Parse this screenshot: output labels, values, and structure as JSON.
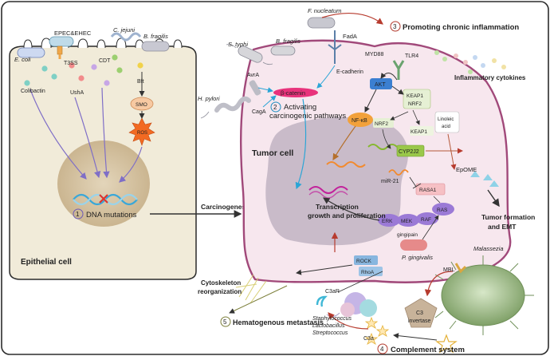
{
  "colors": {
    "frame": "#2b2b2b",
    "epithelial_fill": "#f1ebd9",
    "tumor_fill": "#f7e7ee",
    "tumor_border": "#a1497a",
    "nucleus_fill": "#c9bbc9",
    "epi_nucleus_fill": "#d8c7a8",
    "arrow_purple": "#7f6ec7",
    "arrow_blue": "#2aa5d6",
    "arrow_dark": "#333333",
    "arrow_red": "#b73b2e",
    "label_red": "#b2382b",
    "label_blue": "#1d8ec0",
    "label_purple": "#6c5ab8",
    "label_olive": "#7c7f3a"
  },
  "epithelial": {
    "bacteria": [
      "E. coli",
      "EPEC&EHEC",
      "C. jejuni",
      "B. fragilis"
    ],
    "toxins": [
      "T3SS",
      "CDT",
      "Bft",
      "Colibactin",
      "UshA",
      "SMO",
      "ROS"
    ],
    "cell_label": "Epithelial cell",
    "mutation_number": "1",
    "mutation_label": "DNA mutations"
  },
  "carcinogenesis": "Carcinogenesis",
  "tumor": {
    "cell_label": "Tumor cell",
    "bacteria": [
      "S. typhi",
      "B. fragilis",
      "F. nucleatum",
      "H. pylori"
    ],
    "proteins": {
      "fada": "FadA",
      "ecadherin": "E-cadherin",
      "myd88": "MYD88",
      "tlr4": "TLR4",
      "avra": "AvrA",
      "caga": "CagA",
      "bcatenin": "β-catenin",
      "akt": "AKT",
      "nfkb": "NF-κB",
      "keap1nrf2_a": "KEAP1",
      "keap1nrf2_b": "NRF2",
      "nrf2": "NRF2",
      "keap1": "KEAP1",
      "linoleic_a": "Linoleic",
      "linoleic_b": "acid",
      "cyp2j2": "CYP2J2",
      "epome": "EpOME",
      "mir21": "miR-21",
      "rasa1": "RASA1",
      "ras": "RAS",
      "raf": "RAF",
      "mek": "MEK",
      "erk": "ERK",
      "gingipain": "gingipain",
      "p_gingivalis": "P. gingivalis",
      "rock": "ROCK",
      "rhoa": "RhoA",
      "c3ar": "C3aR"
    },
    "activating_number": "2",
    "activating_a": "Activating",
    "activating_b": "carcinogenic pathways",
    "transcription_a": "Transcription",
    "transcription_b": "growth and proliferation"
  },
  "inflammation": {
    "number": "3",
    "label": "Promoting chronic inflammation"
  },
  "inflammatory_cytokines": "Inflammatory cytokines",
  "tumor_formation_a": "Tumor formation",
  "tumor_formation_b": "and EMT",
  "cytoskeleton_a": "Cytoskeleton",
  "cytoskeleton_b": "reorganization",
  "commensals": [
    "Staphylococcus",
    "Lactobacillus",
    "Streptococcus"
  ],
  "metastasis": {
    "number": "5",
    "label": "Hematogenous metastasis"
  },
  "complement": {
    "number": "4",
    "label": "Complement system",
    "malassezia": "Malassezia",
    "mbl": "MBL",
    "c3_convertase_a": "C3",
    "c3_convertase_b": "invertase",
    "c3": "C3",
    "c3a": "C3a"
  }
}
